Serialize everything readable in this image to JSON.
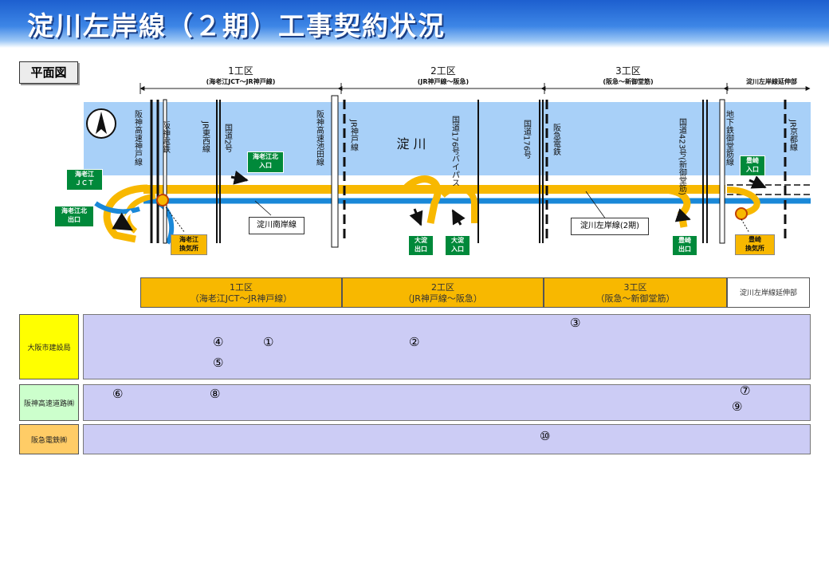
{
  "title": "淀川左岸線（２期）工事契約状況",
  "plan_label": "平面図",
  "sections_top": [
    {
      "label": "1工区",
      "sub": "(海老江JCT～JR神戸線)"
    },
    {
      "label": "2工区",
      "sub": "(JR神戸線～阪急)"
    },
    {
      "label": "3工区",
      "sub": "(阪急～新御堂筋)"
    },
    {
      "label": "淀川左岸線延伸部",
      "sub": ""
    }
  ],
  "sections_bottom": [
    {
      "label": "1工区",
      "sub": "（海老江JCT～JR神戸線）"
    },
    {
      "label": "2工区",
      "sub": "（JR神戸線～阪急）"
    },
    {
      "label": "3工区",
      "sub": "（阪急～新御堂筋）"
    },
    {
      "label": "淀川左岸線延伸部",
      "sub": ""
    }
  ],
  "map": {
    "river": "淀 川",
    "lines": [
      "阪神高速神戸線",
      "阪神電鉄",
      "JR東西線",
      "国道2号",
      "阪神高速池田線",
      "JR神戸線",
      "国道176号バイパス",
      "国道176号",
      "阪急電鉄",
      "国道423号(新御堂筋)",
      "地下鉄御堂筋線",
      "JR京都線"
    ],
    "green_labels": {
      "ebie_jct": "海老江\nＪＣＴ",
      "ebie_kita_exit": "海老江北\n出口",
      "ebie_kita_entrance": "海老江北\n入口",
      "oyodo_exit": "大淀\n出口",
      "oyodo_entrance": "大淀\n入口",
      "toyosaki_exit": "豊崎\n出口",
      "toyosaki_entrance": "豊崎\n入口"
    },
    "ventilation": {
      "ebie": "海老江\n換気所",
      "toyosaki": "豊崎\n換気所"
    },
    "callouts": {
      "nangan": "淀川南岸線",
      "sagan2": "淀川左岸線(2期)"
    }
  },
  "orgs": [
    {
      "name": "大阪市建設局",
      "color": "#ffff00"
    },
    {
      "name": "阪神高速道路㈱",
      "color": "#ccffcc"
    },
    {
      "name": "阪急電鉄㈱",
      "color": "#ffcc66"
    }
  ],
  "contracts": [
    "①",
    "②",
    "③",
    "④",
    "⑤",
    "⑥",
    "⑦",
    "⑧",
    "⑨",
    "⑩"
  ],
  "colors": {
    "river": "#a8d0f8",
    "road": "#f8b800",
    "blue_line": "#1a88d8",
    "green": "#00893a",
    "arrow": "#e00000"
  }
}
